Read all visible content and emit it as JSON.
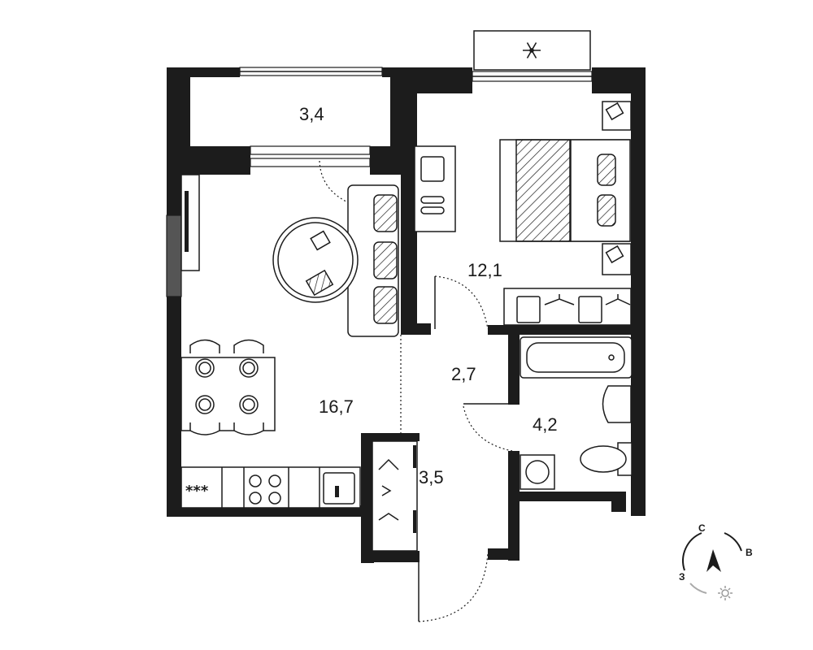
{
  "rooms": {
    "balcony": "3,4",
    "bedroom": "12,1",
    "hall": "2,7",
    "living": "16,7",
    "bathroom": "4,2",
    "entry": "3,5"
  },
  "symbols": {
    "ac_icon": "snowflake-icon",
    "hob_glyph": "***"
  },
  "compass": {
    "north": "С",
    "east": "В",
    "west": "З"
  },
  "colors": {
    "wall": "#1c1c1c",
    "background": "#ffffff"
  }
}
